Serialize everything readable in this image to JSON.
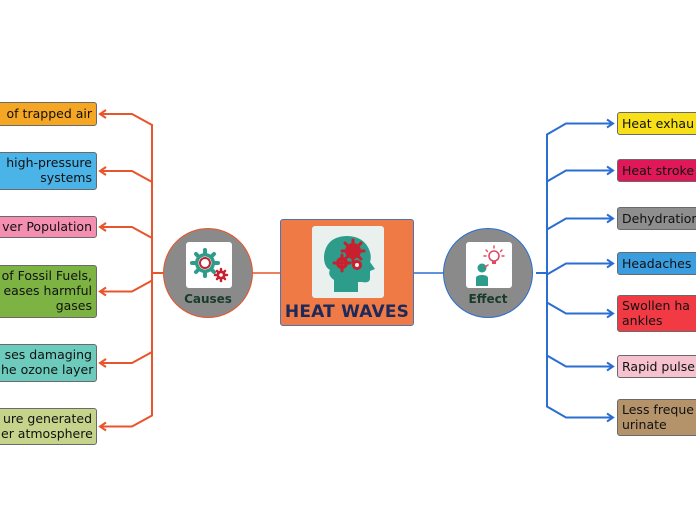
{
  "central": {
    "title": "HEAT WAVES",
    "icon": "head-with-gears-icon"
  },
  "causes": {
    "label": "Causes",
    "icon": "gears-icon",
    "color": "#e8542b",
    "items": [
      {
        "text": "of trapped air",
        "color": "#f5a623"
      },
      {
        "text": "high-pressure\nsystems",
        "color": "#4ab3e8"
      },
      {
        "text": "ver Population",
        "color": "#f48fb1"
      },
      {
        "text": "of Fossil Fuels,\neases harmful\ngases",
        "color": "#7cb342"
      },
      {
        "text": "ses damaging\nhe ozone layer",
        "color": "#6ccbbd"
      },
      {
        "text": "ure generated\ner atmosphere",
        "color": "#c5d48a"
      }
    ]
  },
  "effect": {
    "label": "Effect",
    "icon": "person-with-lightbulb-icon",
    "color": "#2b6ed2",
    "items": [
      {
        "text": "Heat exhau",
        "color": "#f7e017"
      },
      {
        "text": "Heat stroke",
        "color": "#e0185a"
      },
      {
        "text": "Dehydration",
        "color": "#8e8e8e"
      },
      {
        "text": "Headaches",
        "color": "#3a9de0"
      },
      {
        "text": "Swollen ha\nankles",
        "color": "#f23a44"
      },
      {
        "text": "Rapid pulse",
        "color": "#f6c2cf"
      },
      {
        "text": "Less freque\nurinate",
        "color": "#b5936a"
      }
    ]
  }
}
